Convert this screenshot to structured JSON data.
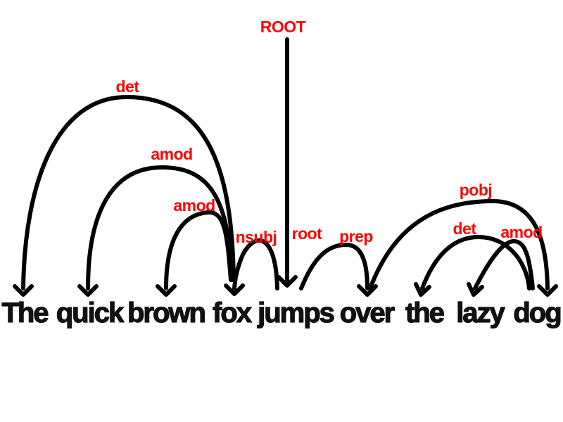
{
  "diagram": {
    "root_label": "ROOT",
    "words": [
      "The",
      "quick",
      "brown",
      "fox",
      "jumps",
      "over",
      "the",
      "lazy",
      "dog"
    ],
    "arcs": [
      {
        "label": "det",
        "from": "fox",
        "to": "The"
      },
      {
        "label": "amod",
        "from": "fox",
        "to": "quick"
      },
      {
        "label": "amod",
        "from": "fox",
        "to": "brown"
      },
      {
        "label": "nsubj",
        "from": "jumps",
        "to": "fox"
      },
      {
        "label": "root",
        "from": "ROOT",
        "to": "jumps"
      },
      {
        "label": "prep",
        "from": "jumps",
        "to": "over"
      },
      {
        "label": "pobj",
        "from": "over",
        "to": "dog"
      },
      {
        "label": "det",
        "from": "dog",
        "to": "the"
      },
      {
        "label": "amod",
        "from": "dog",
        "to": "lazy"
      }
    ],
    "colors": {
      "label": "#ff0000",
      "word": "#111111",
      "arc": "#000000"
    }
  }
}
